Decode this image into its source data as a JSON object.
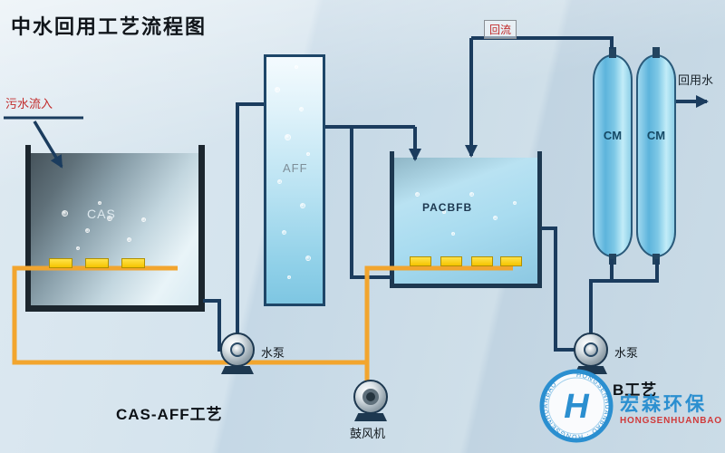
{
  "title": "中水回用工艺流程图",
  "flow_labels": {
    "inflow": "污水流入",
    "reflux": "回流",
    "reuse_water": "回用水"
  },
  "units": {
    "cas": "CAS",
    "aff": "AFF",
    "pacbfb": "PACBFB",
    "cm": [
      "CM",
      "CM"
    ]
  },
  "equipment": {
    "pump_left": "水泵",
    "pump_right": "水泵",
    "blower": "鼓风机"
  },
  "captions": {
    "left_process": "CAS-AFF工艺",
    "right_process": "B工艺"
  },
  "logo": {
    "monogram": "H",
    "ring_text": "HONGSENHUANBAO · HONGSENHUANBAO",
    "name_cn": "宏森环保",
    "name_en": "HONGSENHUANBAO"
  },
  "colors": {
    "pipe_dark": "#1b3c5e",
    "air_pipe_orange": "#f2a52e",
    "diffuser_yellow": "#ffd90a",
    "label_red": "#c22a2a",
    "logo_blue": "#2b8fd0",
    "logo_red": "#d03a3a"
  }
}
